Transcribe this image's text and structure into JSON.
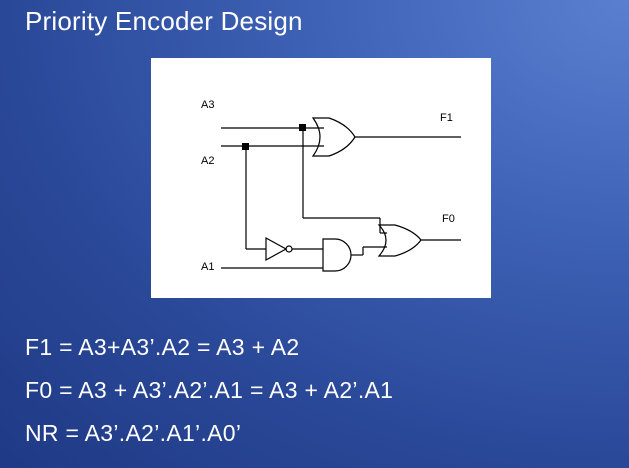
{
  "slide": {
    "title": "Priority Encoder Design"
  },
  "diagram": {
    "inputs": [
      "A3",
      "A2",
      "A1"
    ],
    "outputs": [
      "F1",
      "F0"
    ]
  },
  "equations": [
    "F1 = A3+A3’.A2 = A3 + A2",
    "F0 = A3 + A3’.A2’.A1 = A3 + A2’.A1",
    "NR = A3’.A2’.A1’.A0’"
  ]
}
